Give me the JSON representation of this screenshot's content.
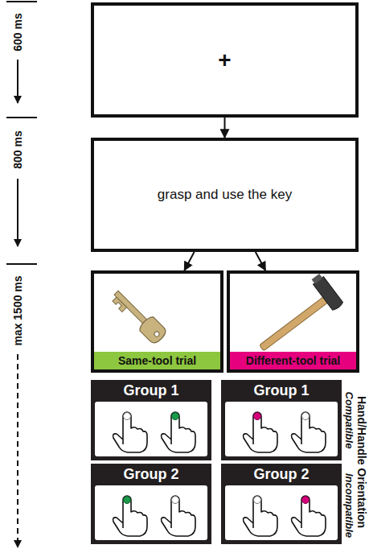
{
  "diagram": {
    "nodes": [
      {
        "text": [
          "+"
        ]
      },
      {
        "text": [
          "grasp and use the key"
        ]
      },
      {
        "text": [
          "Same-tool trial"
        ]
      },
      {
        "text": [
          "Different-tool trial"
        ]
      },
      {
        "text": [
          "Group 1"
        ]
      },
      {
        "text": [
          "Group 2"
        ]
      },
      {
        "text": [
          "Group 1"
        ]
      },
      {
        "text": [
          "Group 2"
        ]
      }
    ],
    "edges": [
      {
        "from": 0,
        "to": 1,
        "arrow": "to"
      },
      {
        "from": 1,
        "to": 2,
        "arrow": "to"
      },
      {
        "from": 1,
        "to": 3,
        "arrow": "to"
      }
    ],
    "labels": [
      "600 ms",
      "800 ms",
      "max 1500 ms",
      "Hand/Handle Orientation",
      "Compatible",
      "Incompatible"
    ]
  }
}
